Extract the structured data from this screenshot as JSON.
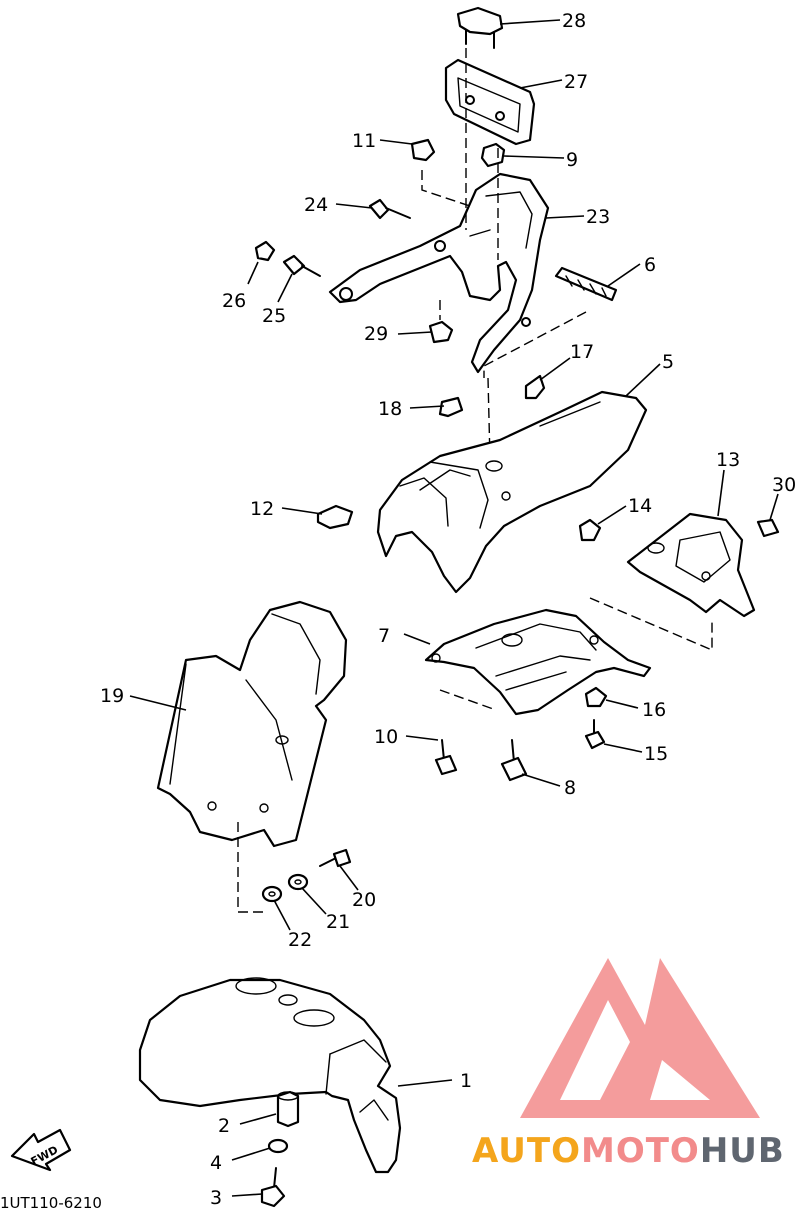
{
  "diagram": {
    "labels": {
      "p1": "1",
      "p2": "2",
      "p3": "3",
      "p4": "4",
      "p5": "5",
      "p6": "6",
      "p7": "7",
      "p8": "8",
      "p9": "9",
      "p10": "10",
      "p11": "11",
      "p12": "12",
      "p13": "13",
      "p14": "14",
      "p15": "15",
      "p16": "16",
      "p17": "17",
      "p18": "18",
      "p19": "19",
      "p20": "20",
      "p21": "21",
      "p22": "22",
      "p23": "23",
      "p24": "24",
      "p25": "25",
      "p26": "26",
      "p27": "27",
      "p28": "28",
      "p29": "29",
      "p30": "30"
    },
    "fwd_label": "FWD",
    "diagram_code": "1UT110-6210"
  },
  "watermark": {
    "part1": "AUTO",
    "part2": "MOTO",
    "part3": "HUB",
    "colors": {
      "auto": "#f4a51c",
      "moto": "#f28b8b",
      "hub": "#5f6670",
      "triangle": "#f28b8b"
    }
  }
}
